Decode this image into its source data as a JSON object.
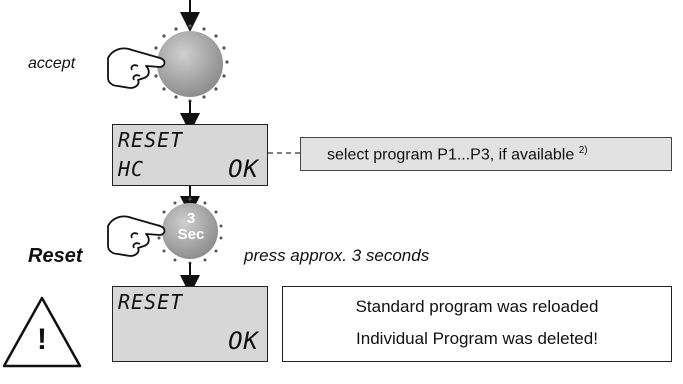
{
  "steps": {
    "accept_label": "accept",
    "reset_label": "Reset",
    "press_hint": "press approx. 3 seconds",
    "knob_3sec": {
      "number": "3",
      "unit": "Sec"
    }
  },
  "lcd1": {
    "line1": "RESET",
    "line2_left": "HC",
    "line2_right": "OK"
  },
  "lcd2": {
    "line1": "RESET",
    "line2_right": "OK"
  },
  "select_note": {
    "text": "select program P1...P3, if available",
    "footnote": "2)"
  },
  "result_note": {
    "line1": "Standard program was reloaded",
    "line2": "Individual Program was deleted!"
  },
  "warning": {
    "symbol": "!"
  },
  "colors": {
    "knob": "#a8a8a8",
    "lcd": "#d7d7d7",
    "note_box": "#e2e2e2"
  }
}
